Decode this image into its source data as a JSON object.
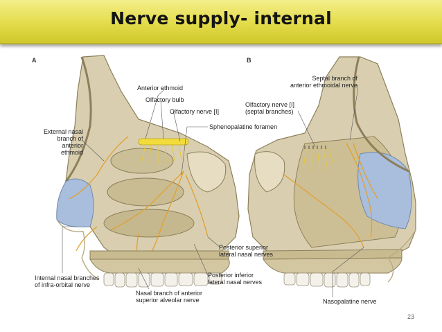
{
  "slide": {
    "title": "Nerve supply- internal",
    "page_number": "23"
  },
  "panel_a": {
    "letter": "A",
    "labels": {
      "anterior_ethmoid": "Anterior ethmoid",
      "olfactory_bulb": "Olfactory bulb",
      "olfactory_nerve": "Olfactory nerve [I]",
      "sphenopalatine_foramen": "Sphenopalatine foramen",
      "external_nasal_1": "External nasal",
      "external_nasal_2": "branch of",
      "external_nasal_3": "anterior ethmoid",
      "posterior_superior_1": "Posterior superior",
      "posterior_superior_2": "lateral nasal nerves",
      "posterior_inferior_1": "Posterior inferior",
      "posterior_inferior_2": "lateral nasal nerves",
      "internal_nasal_1": "Internal nasal branches",
      "internal_nasal_2": "of infra-orbital nerve",
      "nasal_branch_1": "Nasal branch of anterior",
      "nasal_branch_2": "superior alveolar nerve"
    }
  },
  "panel_b": {
    "letter": "B",
    "labels": {
      "septal_branch_1": "Septal branch of",
      "septal_branch_2": "anterior ethmoidal nerve",
      "olfactory_septal_1": "Olfactory nerve [I]",
      "olfactory_septal_2": "(septal branches)",
      "nasopalatine": "Nasopalatine nerve"
    }
  },
  "colors": {
    "title_bar": "#e3dc4a",
    "bone": "#d9cfb0",
    "bone_shadow": "#b8aa82",
    "nerve": "#e0a030",
    "olfactory": "#f2dc3c",
    "cartilage": "#a9bedc",
    "mucosa": "#d8c4a0",
    "teeth": "#f4f1ea"
  }
}
